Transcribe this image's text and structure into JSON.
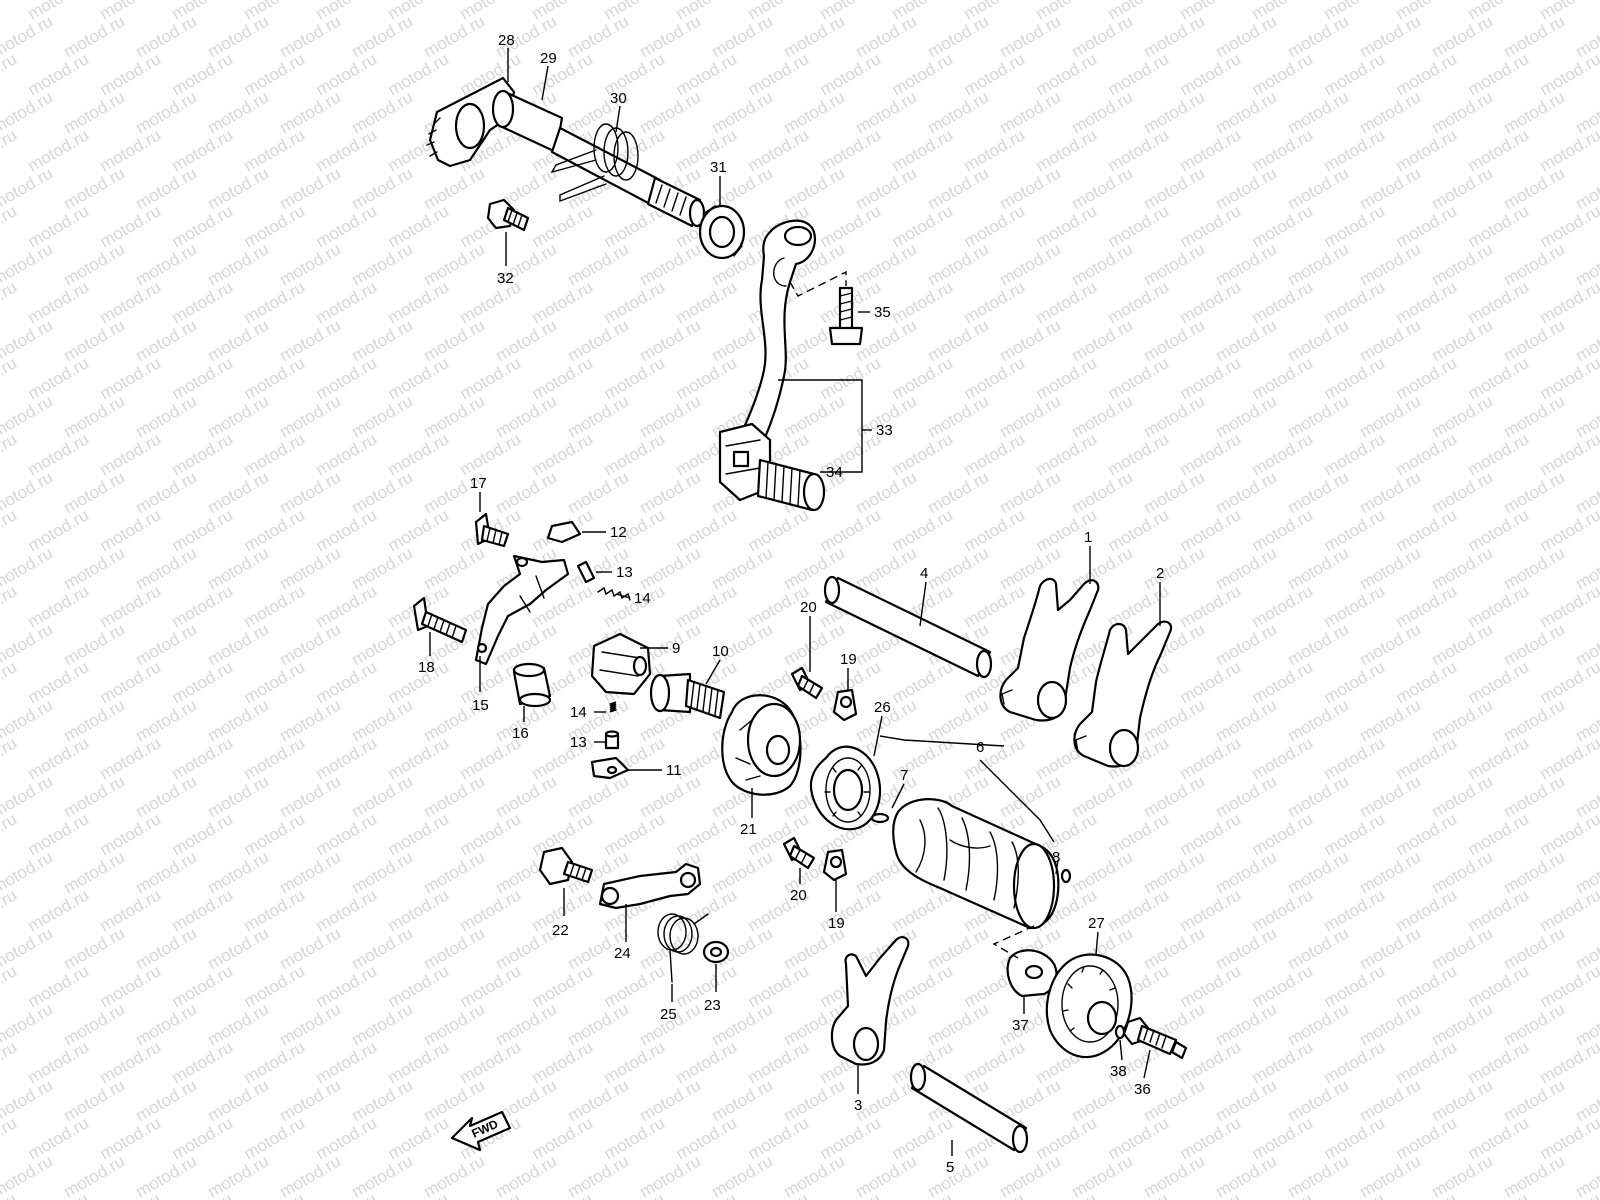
{
  "watermark": "motod.ru",
  "direction_label": "FWD",
  "callouts": [
    "1",
    "2",
    "3",
    "4",
    "5",
    "6",
    "7",
    "8",
    "9",
    "10",
    "11",
    "12",
    "13",
    "14",
    "15",
    "16",
    "17",
    "18",
    "19",
    "20",
    "21",
    "22",
    "23",
    "24",
    "25",
    "26",
    "27",
    "28",
    "29",
    "30",
    "31",
    "32",
    "33",
    "34",
    "35",
    "36",
    "37",
    "38"
  ],
  "colors": {
    "line": "#000000",
    "background": "#ffffff",
    "watermark": "#d6d6d6"
  }
}
